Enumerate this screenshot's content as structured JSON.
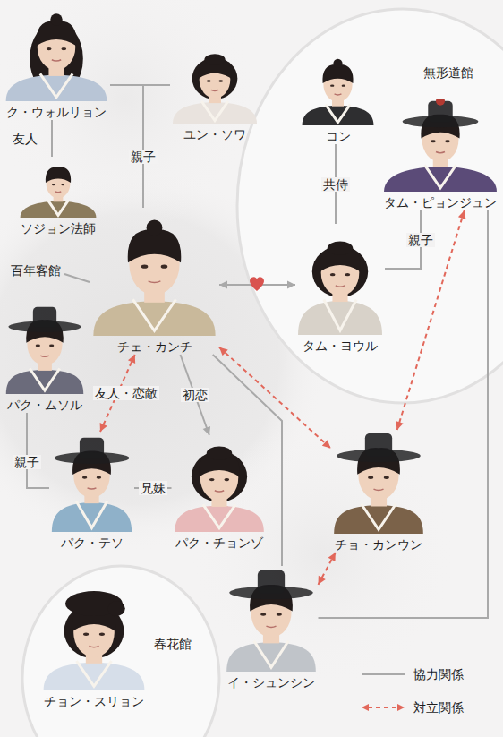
{
  "diagram": {
    "nodes": [
      {
        "text": [
          "ク・ウォルリョン"
        ]
      },
      {
        "text": [
          "ユン・ソワ"
        ]
      },
      {
        "text": [
          "ソジョン法師"
        ]
      },
      {
        "text": [
          "無形道館"
        ]
      },
      {
        "text": [
          "コン"
        ],
        "in": 3
      },
      {
        "text": [
          "タム・ピョンジュン"
        ],
        "in": 3
      },
      {
        "text": [
          "タム・ヨウル"
        ],
        "in": 3
      },
      {
        "text": [
          "チェ・カンチ"
        ]
      },
      {
        "text": [
          "パク・ムソル"
        ]
      },
      {
        "text": [
          "パク・テソ"
        ]
      },
      {
        "text": [
          "パク・チョンゾ"
        ]
      },
      {
        "text": [
          "チョ・カンウン"
        ]
      },
      {
        "text": [
          "イ・シュンシン"
        ]
      },
      {
        "text": [
          "春花館"
        ]
      },
      {
        "text": [
          "チョン・スリョン"
        ],
        "in": 13
      }
    ],
    "edges": [
      {
        "from": 0,
        "to": 7,
        "label": "親子",
        "arrow": "none"
      },
      {
        "from": 1,
        "to": 7,
        "arrow": "none"
      },
      {
        "from": 0,
        "to": 2,
        "label": "友人",
        "arrow": "none"
      },
      {
        "from": 4,
        "to": 6,
        "label": "共侍",
        "arrow": "none"
      },
      {
        "from": 5,
        "to": 6,
        "label": "親子",
        "arrow": "none"
      },
      {
        "from": 7,
        "to": 6,
        "arrow": "both"
      },
      {
        "from": 5,
        "to": 11,
        "arrow": "both"
      },
      {
        "from": 7,
        "to": 11,
        "arrow": "both"
      },
      {
        "from": 7,
        "to": 9,
        "label": "友人・恋敵",
        "arrow": "both"
      },
      {
        "from": 7,
        "to": 10,
        "label": "初恋",
        "arrow": "to"
      },
      {
        "from": 8,
        "to": 9,
        "label": "親子",
        "arrow": "none"
      },
      {
        "from": 9,
        "to": 10,
        "label": "兄妹",
        "arrow": "none"
      },
      {
        "from": 11,
        "to": 12,
        "arrow": "both"
      },
      {
        "from": 5,
        "to": 12,
        "arrow": "none"
      },
      {
        "from": 7,
        "to": 12,
        "arrow": "none"
      }
    ],
    "labels": [
      "百年客館"
    ],
    "legend": [
      {
        "text": "協力関係"
      },
      {
        "text": "対立関係"
      }
    ]
  }
}
